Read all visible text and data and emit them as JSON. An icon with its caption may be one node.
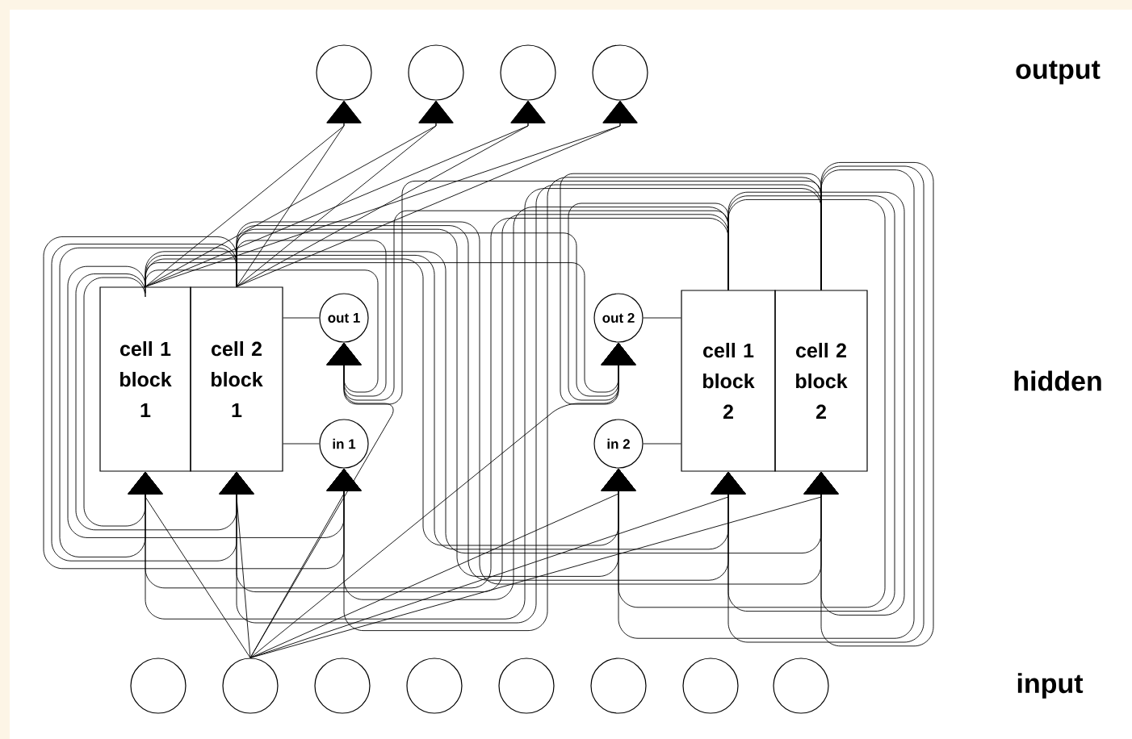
{
  "diagram": {
    "nodes": [
      {
        "text": [],
        "shape": "circle"
      },
      {
        "text": [],
        "shape": "circle"
      },
      {
        "text": [],
        "shape": "circle"
      },
      {
        "text": [],
        "shape": "circle"
      },
      {
        "text": [
          "cell 1 block 1"
        ]
      },
      {
        "text": [
          "cell 2 block 1"
        ]
      },
      {
        "text": [
          "out 1"
        ]
      },
      {
        "text": [
          "in 1"
        ]
      },
      {
        "text": [
          "out 2"
        ]
      },
      {
        "text": [
          "in 2"
        ]
      },
      {
        "text": [
          "cell 1 block 2"
        ]
      },
      {
        "text": [
          "cell 2 block 2"
        ]
      },
      {
        "text": [],
        "shape": "circle"
      },
      {
        "text": [],
        "shape": "circle"
      },
      {
        "text": [],
        "shape": "circle"
      },
      {
        "text": [],
        "shape": "circle"
      },
      {
        "text": [],
        "shape": "circle"
      },
      {
        "text": [],
        "shape": "circle"
      },
      {
        "text": [],
        "shape": "circle"
      },
      {
        "text": [],
        "shape": "circle"
      }
    ],
    "edges": [
      {
        "from": 4,
        "to": 0,
        "arrow": "to"
      },
      {
        "from": 4,
        "to": 1,
        "arrow": "to"
      },
      {
        "from": 4,
        "to": 2,
        "arrow": "to"
      },
      {
        "from": 4,
        "to": 3,
        "arrow": "to"
      },
      {
        "from": 5,
        "to": 0,
        "arrow": "to"
      },
      {
        "from": 5,
        "to": 1,
        "arrow": "to"
      },
      {
        "from": 5,
        "to": 2,
        "arrow": "to"
      },
      {
        "from": 5,
        "to": 3,
        "arrow": "to"
      },
      {
        "from": 5,
        "to": 6,
        "arrow": "none"
      },
      {
        "from": 5,
        "to": 7,
        "arrow": "none"
      },
      {
        "from": 10,
        "to": 8,
        "arrow": "none"
      },
      {
        "from": 10,
        "to": 9,
        "arrow": "none"
      },
      {
        "from": 13,
        "to": 4,
        "arrow": "to"
      },
      {
        "from": 13,
        "to": 5,
        "arrow": "to"
      },
      {
        "from": 13,
        "to": 6,
        "arrow": "to"
      },
      {
        "from": 13,
        "to": 7,
        "arrow": "to"
      },
      {
        "from": 13,
        "to": 8,
        "arrow": "to"
      },
      {
        "from": 13,
        "to": 9,
        "arrow": "to"
      },
      {
        "from": 13,
        "to": 10,
        "arrow": "to"
      },
      {
        "from": 13,
        "to": 11,
        "arrow": "to"
      },
      {
        "from": 4,
        "to": 4,
        "arrow": "to"
      },
      {
        "from": 4,
        "to": 5,
        "arrow": "to"
      },
      {
        "from": 4,
        "to": 6,
        "arrow": "to"
      },
      {
        "from": 4,
        "to": 7,
        "arrow": "to"
      },
      {
        "from": 4,
        "to": 8,
        "arrow": "to"
      },
      {
        "from": 4,
        "to": 9,
        "arrow": "to"
      },
      {
        "from": 4,
        "to": 10,
        "arrow": "to"
      },
      {
        "from": 4,
        "to": 11,
        "arrow": "to"
      },
      {
        "from": 5,
        "to": 4,
        "arrow": "to"
      },
      {
        "from": 5,
        "to": 5,
        "arrow": "to"
      },
      {
        "from": 5,
        "to": 6,
        "arrow": "to"
      },
      {
        "from": 5,
        "to": 7,
        "arrow": "to"
      },
      {
        "from": 5,
        "to": 8,
        "arrow": "to"
      },
      {
        "from": 5,
        "to": 9,
        "arrow": "to"
      },
      {
        "from": 5,
        "to": 10,
        "arrow": "to"
      },
      {
        "from": 5,
        "to": 11,
        "arrow": "to"
      },
      {
        "from": 10,
        "to": 4,
        "arrow": "to"
      },
      {
        "from": 10,
        "to": 5,
        "arrow": "to"
      },
      {
        "from": 10,
        "to": 6,
        "arrow": "to"
      },
      {
        "from": 10,
        "to": 7,
        "arrow": "to"
      },
      {
        "from": 10,
        "to": 8,
        "arrow": "to"
      },
      {
        "from": 10,
        "to": 9,
        "arrow": "to"
      },
      {
        "from": 10,
        "to": 10,
        "arrow": "to"
      },
      {
        "from": 10,
        "to": 11,
        "arrow": "to"
      },
      {
        "from": 11,
        "to": 4,
        "arrow": "to"
      },
      {
        "from": 11,
        "to": 5,
        "arrow": "to"
      },
      {
        "from": 11,
        "to": 6,
        "arrow": "to"
      },
      {
        "from": 11,
        "to": 7,
        "arrow": "to"
      },
      {
        "from": 11,
        "to": 8,
        "arrow": "to"
      },
      {
        "from": 11,
        "to": 9,
        "arrow": "to"
      },
      {
        "from": 11,
        "to": 10,
        "arrow": "to"
      },
      {
        "from": 11,
        "to": 11,
        "arrow": "to"
      }
    ],
    "labels": [
      "output",
      "hidden",
      "input"
    ]
  }
}
